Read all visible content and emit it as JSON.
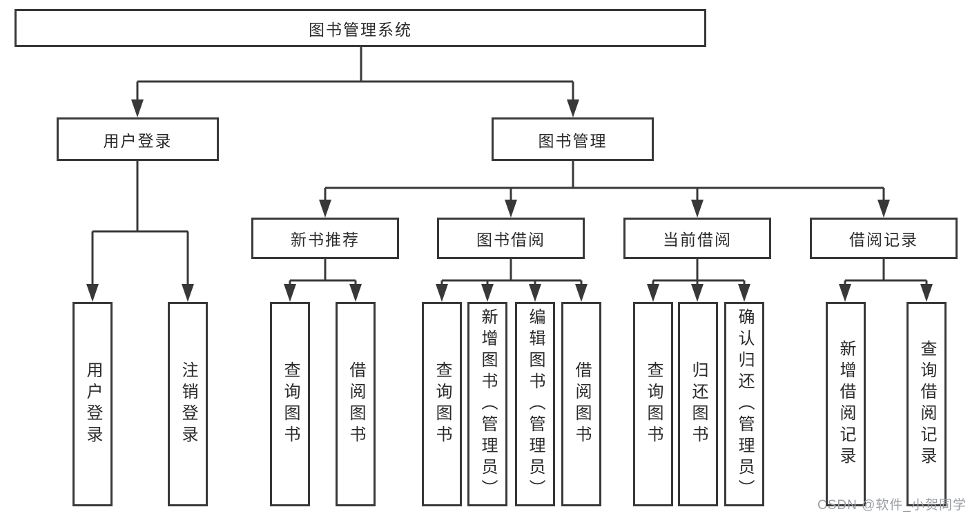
{
  "diagram": {
    "root": {
      "label": "图书管理系统"
    },
    "branches": [
      {
        "label": "用户登录",
        "children": [
          {
            "label": "用户登录"
          },
          {
            "label": "注销登录"
          }
        ]
      },
      {
        "label": "图书管理",
        "children": [
          {
            "label": "新书推荐",
            "children": [
              {
                "label": "查询图书"
              },
              {
                "label": "借阅图书"
              }
            ]
          },
          {
            "label": "图书借阅",
            "children": [
              {
                "label": "查询图书"
              },
              {
                "label": "新增图书（管理员）"
              },
              {
                "label": "编辑图书（管理员）"
              },
              {
                "label": "借阅图书"
              }
            ]
          },
          {
            "label": "当前借阅",
            "children": [
              {
                "label": "查询图书"
              },
              {
                "label": "归还图书"
              },
              {
                "label": "确认归还（管理员）"
              }
            ]
          },
          {
            "label": "借阅记录",
            "children": [
              {
                "label": "新增借阅记录"
              },
              {
                "label": "查询借阅记录"
              }
            ]
          }
        ]
      }
    ]
  },
  "watermark": {
    "text": "CSDN @软件_小贺同学"
  },
  "colors": {
    "line": "#383838",
    "box_background": "#ffffff",
    "text": "#2a2a2a",
    "watermark": "#9b9ea3"
  }
}
